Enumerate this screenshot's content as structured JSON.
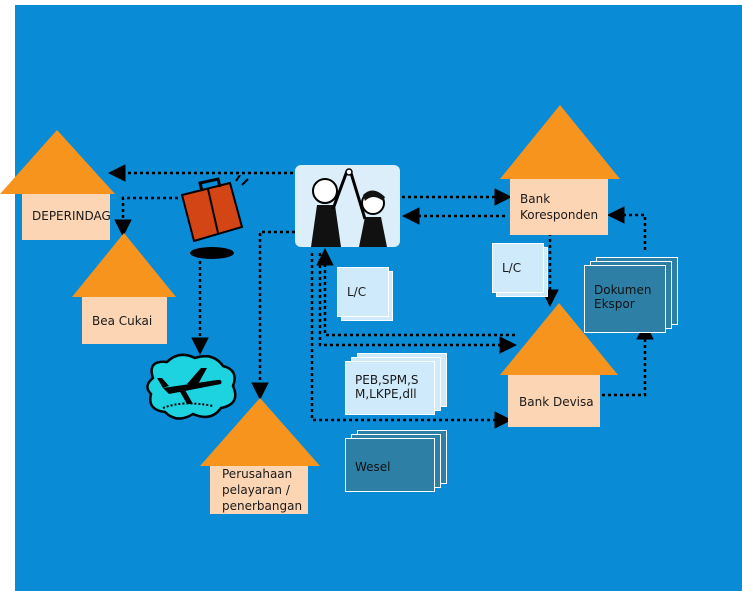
{
  "nodes": {
    "deperindag": "DEPERINDAG",
    "bea_cukai": "Bea Cukai",
    "perusahaan": [
      "Perusahaan",
      "pelayaran /",
      "penerbangan"
    ],
    "bank_koresponden": [
      "Bank",
      "Koresponden"
    ],
    "bank_devisa": "Bank Devisa"
  },
  "documents": {
    "lc_left": "L/C",
    "lc_right": "L/C",
    "peb": [
      "PEB,SPM,S",
      "M,LKPE,dll"
    ],
    "wesel": "Wesel",
    "dokumen_ekspor": [
      "Dokumen",
      "Ekspor"
    ]
  },
  "colors": {
    "background": "#0a8bd6",
    "roof": "#f7941e",
    "wall": "#fcd5b4",
    "doc_light": "#cfeafb",
    "doc_dark": "#2d7fa6"
  }
}
